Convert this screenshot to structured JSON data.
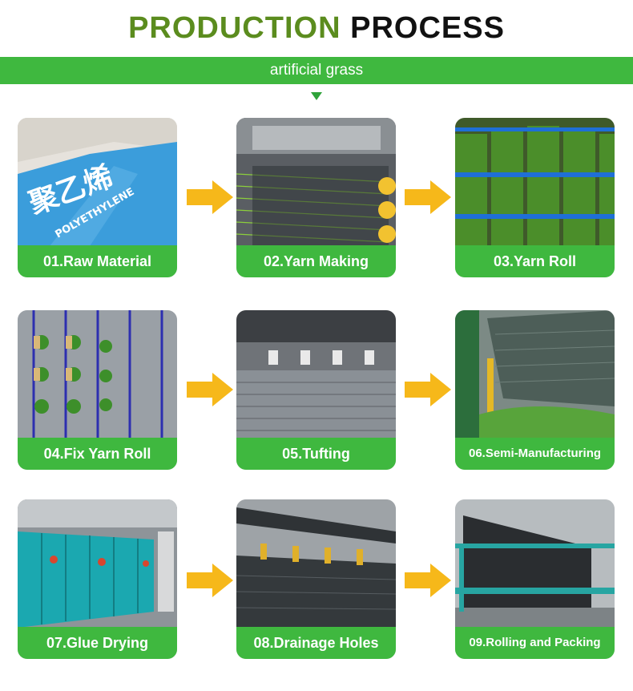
{
  "header": {
    "title_green": "PRODUCTION",
    "title_black": "PROCESS",
    "subtitle": "artificial grass"
  },
  "colors": {
    "band_green": "#3fb83f",
    "title_green": "#5b8c1e",
    "arrow_yellow": "#f6b81a"
  },
  "steps": [
    {
      "label": "01.Raw Material",
      "photo_overlay": "聚乙烯 POLYETHYLENE"
    },
    {
      "label": "02.Yarn Making"
    },
    {
      "label": "03.Yarn Roll"
    },
    {
      "label": "04.Fix Yarn Roll"
    },
    {
      "label": "05.Tufting"
    },
    {
      "label": "06.Semi-Manufacturing"
    },
    {
      "label": "07.Glue Drying"
    },
    {
      "label": "08.Drainage Holes"
    },
    {
      "label": "09.Rolling and Packing"
    }
  ],
  "icons": {
    "step_arrow": "right-arrow-icon",
    "pointer": "down-triangle-icon"
  }
}
